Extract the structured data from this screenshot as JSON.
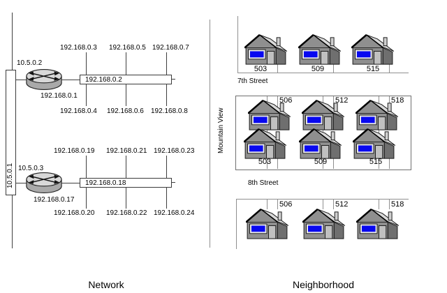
{
  "network": {
    "caption": "Network",
    "backbone_ip": "10.5.0.1",
    "subnets": [
      {
        "router_ip": "10.5.0.2",
        "interface_ip": "192.168.0.1",
        "segment_ip": "192.168.0.2",
        "hosts_above": [
          "192.168.0.3",
          "192.168.0.5",
          "192.168.0.7"
        ],
        "hosts_below": [
          "192.168.0.4",
          "192.168.0.6",
          "192.168.0.8"
        ]
      },
      {
        "router_ip": "10.5.0.3",
        "interface_ip": "192.168.0.17",
        "segment_ip": "192.168.0.18",
        "hosts_above": [
          "192.168.0.19",
          "192.168.0.21",
          "192.168.0.23"
        ],
        "hosts_below": [
          "192.168.0.20",
          "192.168.0.22",
          "192.168.0.24"
        ]
      }
    ]
  },
  "neighborhood": {
    "caption": "Neighborhood",
    "city": "Mountain View",
    "streets": [
      "7th Street",
      "8th Street"
    ],
    "blocks": [
      {
        "south_numbers": [
          "503",
          "509",
          "515"
        ]
      },
      {
        "north_numbers": [
          "506",
          "512",
          "518"
        ],
        "south_numbers": [
          "503",
          "509",
          "515"
        ]
      },
      {
        "north_numbers": [
          "506",
          "512",
          "518"
        ]
      }
    ]
  }
}
